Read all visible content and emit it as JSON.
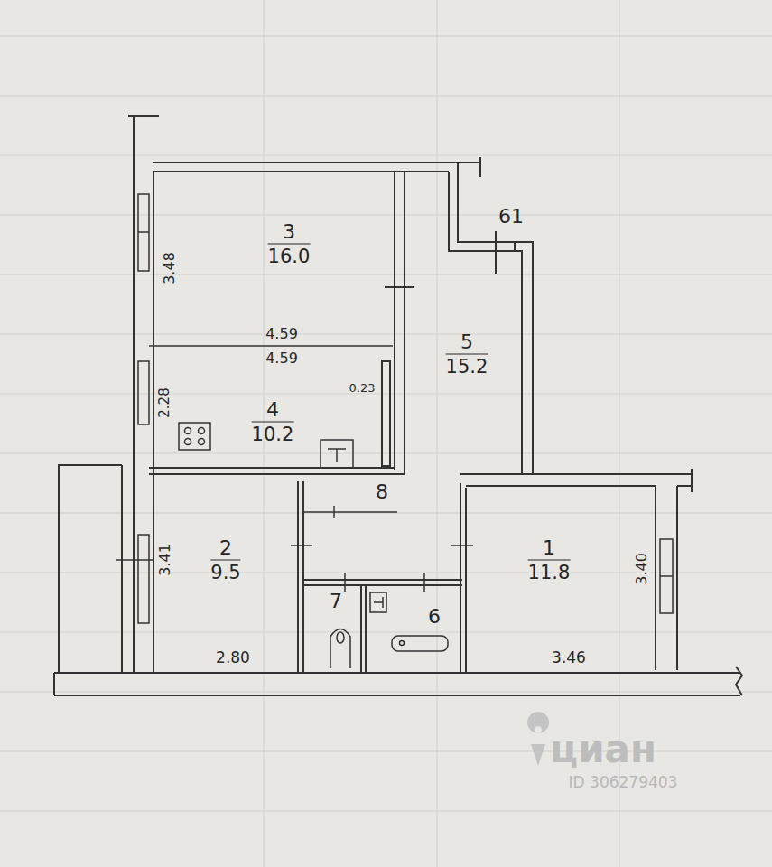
{
  "diagram": {
    "nodes": [
      {
        "text": [
          "3",
          "16.0"
        ]
      },
      {
        "text": [
          "5",
          "15.2"
        ]
      },
      {
        "text": [
          "4",
          "10.2"
        ]
      },
      {
        "text": [
          "8"
        ]
      },
      {
        "text": [
          "2",
          "9.5"
        ]
      },
      {
        "text": [
          "1",
          "11.8"
        ]
      },
      {
        "text": [
          "7"
        ]
      },
      {
        "text": [
          "6"
        ]
      }
    ],
    "labels": [
      "61",
      "3.48",
      "4.59",
      "4.59",
      "0.23",
      "2.28",
      "3.41",
      "2.80",
      "3.46",
      "3.40",
      "циан",
      "ID 306279403"
    ]
  }
}
